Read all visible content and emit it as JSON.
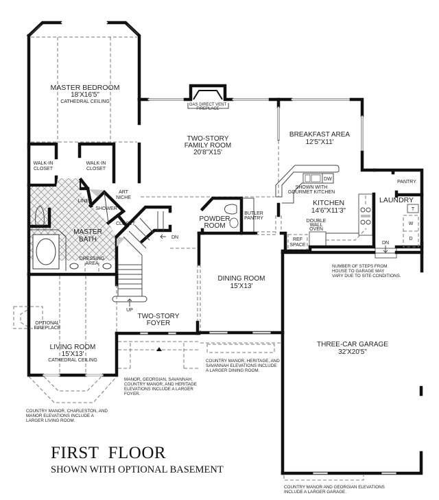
{
  "title": "FIRST  FLOOR",
  "subtitle": "SHOWN WITH OPTIONAL BASEMENT",
  "rooms": {
    "master_bedroom": {
      "name": "MASTER BEDROOM",
      "size": "18'X16'5\"",
      "note": "CATHEDRAL CEILING"
    },
    "family_room": {
      "line1": "TWO-STORY",
      "line2": "FAMILY ROOM",
      "size": "20'8\"X15'"
    },
    "fireplace": {
      "line1": "GAS DIRECT VENT",
      "line2": "FIREPLACE"
    },
    "breakfast": {
      "name": "BREAKFAST AREA",
      "size": "12'5\"X11'"
    },
    "kitchen": {
      "name": "KITCHEN",
      "size": "14'6\"X11'3\"",
      "note1": "SHOWN WITH",
      "note2": "GOURMET KITCHEN",
      "dw": "DW"
    },
    "pantry": "PANTRY",
    "laundry": {
      "name": "LAUNDRY",
      "t": "T",
      "w": "W",
      "d": "D",
      "dn": "DN"
    },
    "walk_in_closet_1": {
      "line1": "WALK-IN",
      "line2": "CLOSET"
    },
    "walk_in_closet_2": {
      "line1": "WALK-IN",
      "line2": "CLOSET"
    },
    "linen": "LINEN",
    "shower": "SHOWER",
    "art_niche": {
      "line1": "ART",
      "line2": "NICHE"
    },
    "closet": "CLOSET",
    "master_bath": {
      "line1": "MASTER",
      "line2": "BATH"
    },
    "dressing": {
      "line1": "DRESSING",
      "line2": "AREA"
    },
    "stairs": {
      "dn": "DN",
      "up": "UP"
    },
    "powder_room": {
      "line1": "POWDER",
      "line2": "ROOM"
    },
    "butler_pantry": {
      "line1": "BUTLER",
      "line2": "PANTRY"
    },
    "double_wall_oven": {
      "line1": "DOUBLE",
      "line2": "WALL",
      "line3": "OVEN"
    },
    "ref_space": {
      "line1": "REF",
      "line2": "SPACE"
    },
    "dining_room": {
      "name": "DINING ROOM",
      "size": "15'X13'"
    },
    "foyer": {
      "line1": "TWO-STORY",
      "line2": "FOYER"
    },
    "living_room": {
      "name": "LIVING ROOM",
      "size": "15'X13'",
      "note": "CATHEDRAL CEILING"
    },
    "optional_fireplace": {
      "line1": "OPTIONAL",
      "line2": "FIREPLACE"
    },
    "garage": {
      "name": "THREE-CAR GARAGE",
      "size": "32'X20'5\""
    }
  },
  "notes": {
    "steps": [
      "NUMBER OF STEPS FROM",
      "HOUSE TO GARAGE MAY",
      "VARY DUE TO SITE CONDITIONS."
    ],
    "dining": [
      "COUNTRY MANOR, HERITAGE, AND",
      "SAVANNAH ELEVATIONS INCLUDE",
      "A LARGER DINING ROOM."
    ],
    "foyer": [
      "MANOR, GEORGIAN, SAVANNAH,",
      "COUNTRY MANOR, AND HERITAGE",
      "ELEVATIONS INCLUDE A LARGER",
      "FOYER."
    ],
    "living": [
      "COUNTRY MANOR, CHARLESTON, AND",
      "MANOR ELEVATIONS INCLUDE A",
      "LARGER LIVING ROOM."
    ],
    "garage": [
      "COUNTRY MANOR AND GEORGIAN ELEVATIONS",
      "INCLUDE A LARGER GARAGE."
    ]
  }
}
